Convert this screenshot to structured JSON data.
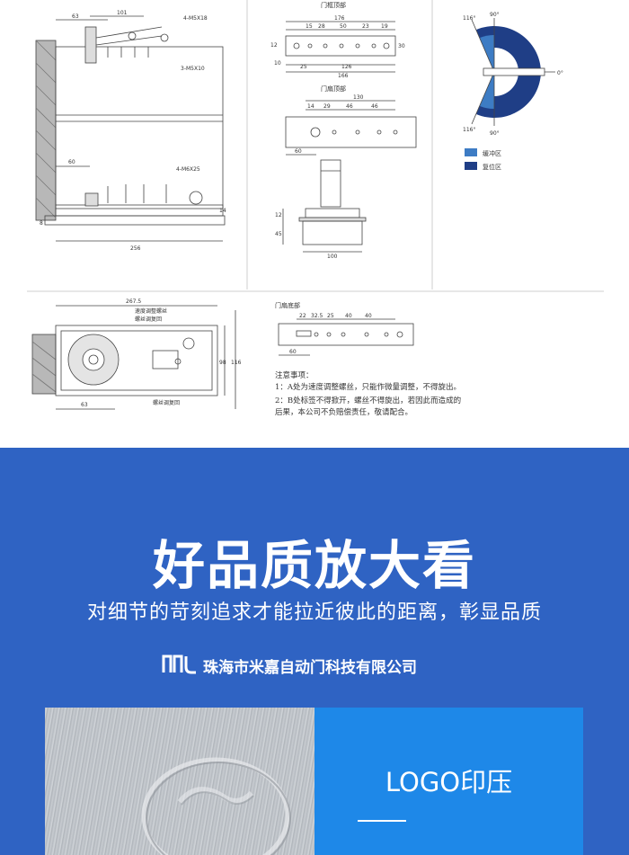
{
  "drawing": {
    "left_top": {
      "d63": "63",
      "d101": "101",
      "screw_a": "4-M5X18",
      "screw_b": "3-M5X10",
      "d60": "60",
      "screw_c": "4-M6X25",
      "d14": "14",
      "d8": "8",
      "d256": "256"
    },
    "door_frame_top": {
      "title": "门框顶部",
      "d176": "176",
      "d15": "15",
      "d28": "28",
      "d50": "50",
      "d23": "23",
      "d19": "19",
      "d10": "10",
      "d25": "25",
      "d126": "126",
      "d166": "166",
      "d30": "30",
      "d12": "12"
    },
    "door_leaf_top": {
      "title": "门扇顶部",
      "d130": "130",
      "d14": "14",
      "d29": "29",
      "d46a": "46",
      "d46b": "46",
      "d60": "60"
    },
    "pivot": {
      "d12": "12",
      "d45": "45",
      "d100": "100"
    },
    "angles": {
      "a116_top": "116°",
      "a90_top": "90°",
      "a0": "0°",
      "a116_bottom": "116°",
      "a90_bottom": "90°"
    },
    "legend": [
      {
        "label": "缓冲区",
        "color": "#3d7cc4"
      },
      {
        "label": "复位区",
        "color": "#1f3e86"
      }
    ],
    "plan": {
      "d2675": "267.5",
      "label_speed": "速度调整螺丝",
      "label_pos": "螺丝调复回",
      "label_bottom": "螺丝调复回",
      "d63": "63",
      "d98": "98",
      "d116": "116"
    },
    "door_leaf_bottom": {
      "title": "门扇底部",
      "d22": "22",
      "d325": "32.5",
      "d25": "25",
      "d40a": "40",
      "d40b": "40",
      "d60": "60"
    },
    "notes": {
      "title": "注意事项：",
      "line1": "1：A处为速度调整螺丝，只能作微量调整，不得旋出。",
      "line2": "2：B处标签不得掀开，螺丝不得旋出，若因此而造成的",
      "line3": "后果，本公司不负赔偿责任，敬请配合。"
    }
  },
  "banner": {
    "title": "好品质放大看",
    "subtitle": "对细节的苛刻追求才能拉近彼此的距离，彰显品质",
    "company": "珠海市米嘉自动门科技有限公司",
    "logo_label": "LOGO印压"
  },
  "colors": {
    "banner_bg": "#2f63c3",
    "logo_panel_bg": "#1e88e8",
    "buffer_zone": "#3d7cc4",
    "reset_zone": "#1f3e86"
  }
}
